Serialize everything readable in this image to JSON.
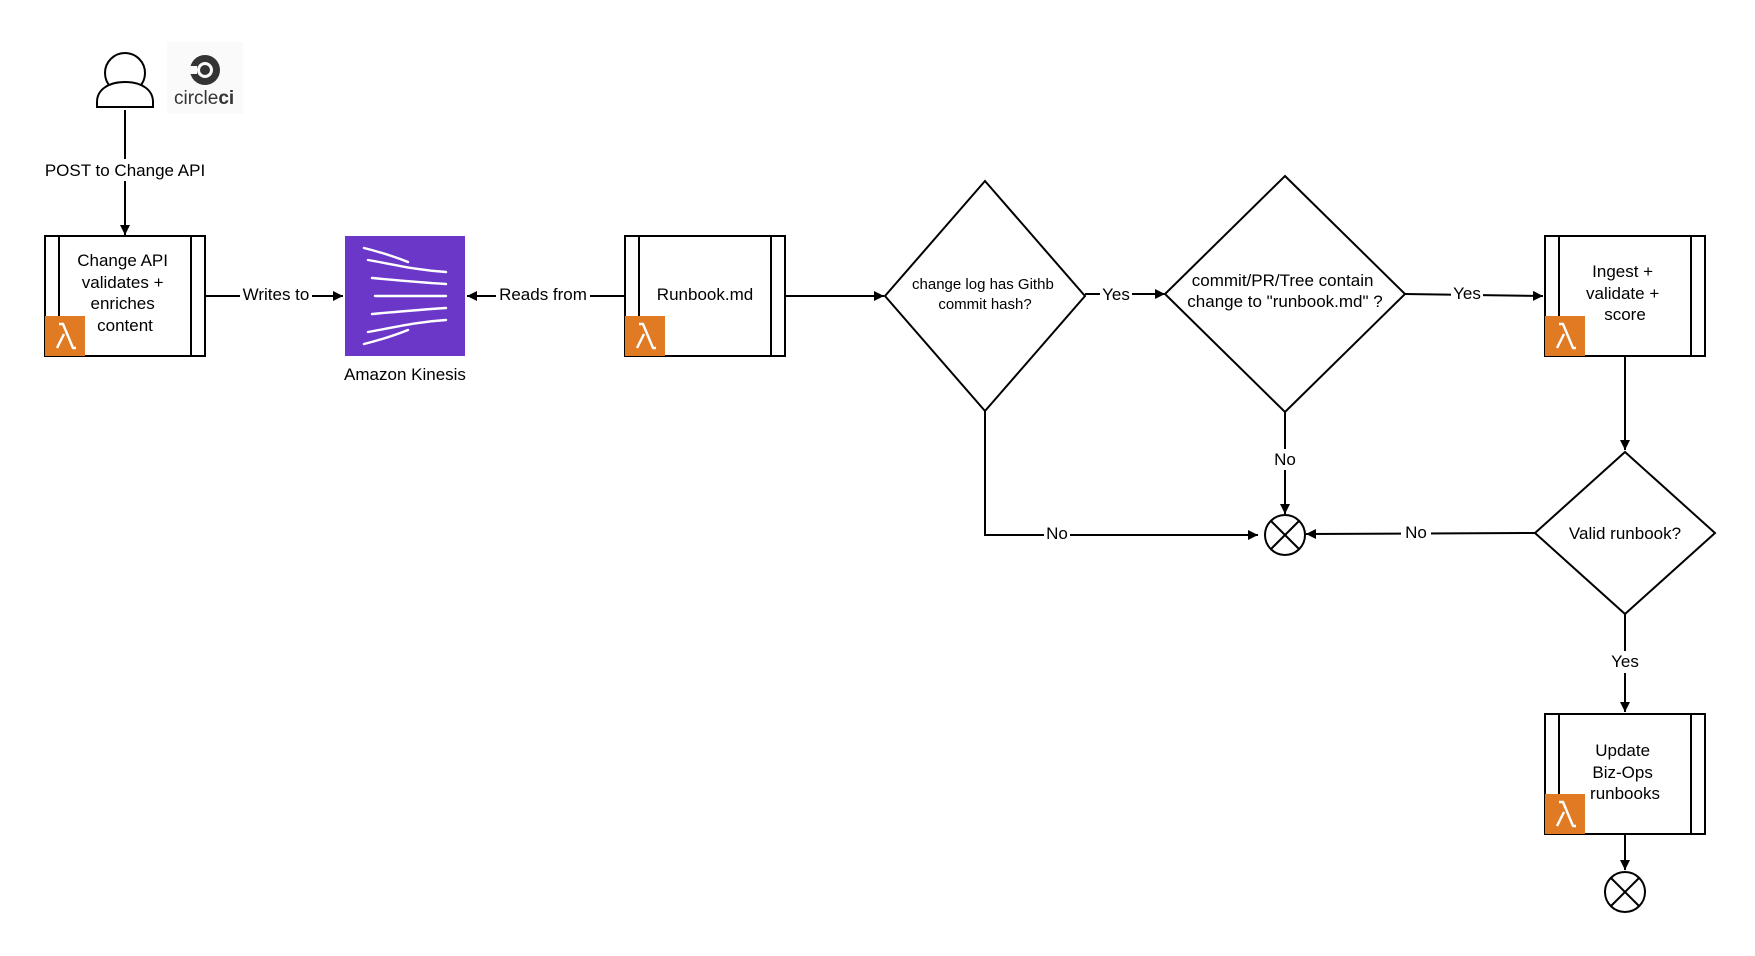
{
  "actors": {
    "circleci_logo": {
      "word_light": "circle",
      "word_bold": "ci"
    }
  },
  "processes": {
    "change_api": {
      "lines": [
        "Change API",
        "validates +",
        "enriches",
        "content"
      ]
    },
    "runbook_md": {
      "lines": [
        "Runbook.md"
      ]
    },
    "ingest": {
      "lines": [
        "Ingest +",
        "validate +",
        "score"
      ]
    },
    "update": {
      "lines": [
        "Update",
        "Biz-Ops",
        "runbooks"
      ]
    }
  },
  "kinesis": {
    "label": "Amazon Kinesis",
    "color": "#6B37C8"
  },
  "decisions": {
    "commit_hash": {
      "lines": [
        "change log has Githb",
        "commit hash?"
      ]
    },
    "runbook_changed": {
      "lines": [
        "commit/PR/Tree contain",
        "change to \"runbook.md\" ?"
      ]
    },
    "valid_runbook": {
      "lines": [
        "Valid runbook?"
      ]
    }
  },
  "edge_labels": {
    "post": "POST to Change API",
    "writes": "Writes to",
    "reads": "Reads from",
    "yes1": "Yes",
    "yes2": "Yes",
    "no_hash": "No",
    "no_runbook": "No",
    "no_valid": "No",
    "yes_valid": "Yes"
  },
  "colors": {
    "lambda": "#E07B24",
    "line": "#000000"
  },
  "icons": {
    "actor": "user-icon",
    "lambda": "aws-lambda-icon",
    "kinesis": "kinesis-stream-icon",
    "terminal": "end-x-icon"
  }
}
